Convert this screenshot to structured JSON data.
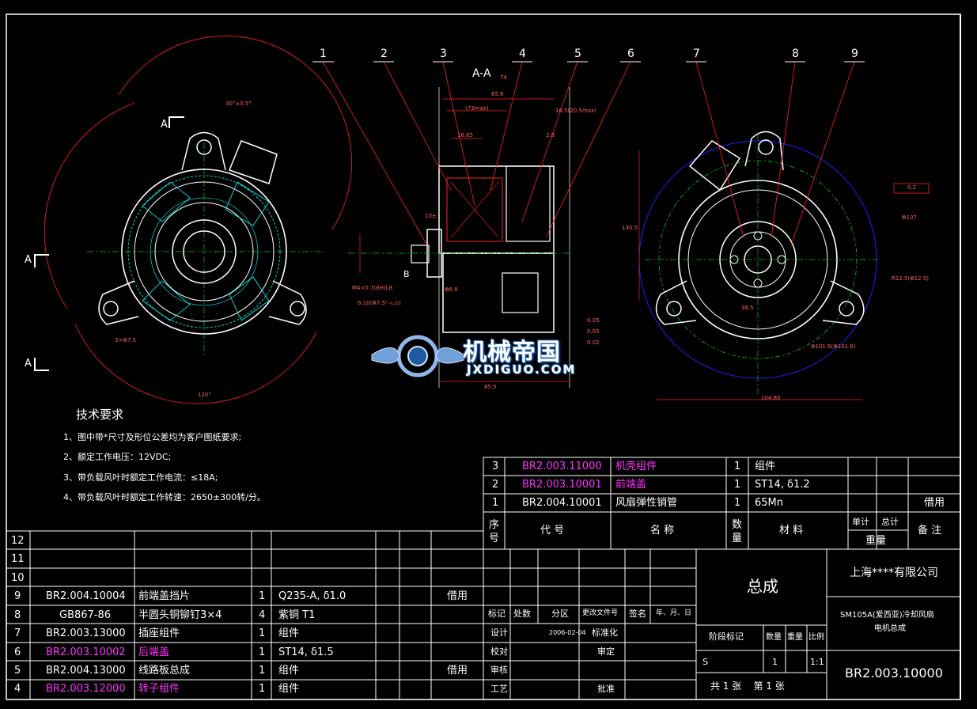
{
  "drawing": {
    "section_label": "A-A",
    "view_marks": [
      "A",
      "A",
      "A"
    ],
    "detail_mark": "B",
    "balloons": [
      "1",
      "2",
      "3",
      "4",
      "5",
      "6",
      "7",
      "8",
      "9"
    ],
    "dimensions": {
      "top_width": "74",
      "top_inner": "65.6",
      "top_max": "(73max)",
      "top_right": "16.5(20.5max)",
      "w1": "18.65",
      "w2": "2.8",
      "d1": "10±",
      "d2": "Φ6.8",
      "d3": "M4×0.7(6H)L8",
      "d4": "6.10(Φ7.5⁰₋₀.₀₅)",
      "d5": "0.05",
      "d6": "0.05",
      "d7": "0.02",
      "bottom_w": "85.5",
      "left_angle": "30°±0.5°",
      "left_120": "120°",
      "left_thread": "3×Φ7.5",
      "right_height": "130.5",
      "right_ref": "Φ137",
      "right_r": "R12.5(Φ12.5)",
      "right_bottom": "Φ101.6(Φ101.6)",
      "right_width": "104.80",
      "right_mid": "38.5",
      "right_gd": "0.2"
    }
  },
  "tech_requirements": {
    "title": "技术要求",
    "items": [
      "1、图中带*尺寸及形位公差均为客户图纸要求;",
      "2、额定工作电压：12VDC;",
      "3、带负载风叶时额定工作电流：≤18A;",
      "4、带负载风叶时额定工作转速：2650±300转/分。"
    ]
  },
  "watermark": {
    "title": "机械帝国",
    "url": "JXDIGUO.COM"
  },
  "left_table": {
    "rows": [
      {
        "no": "12",
        "code": "",
        "name": "",
        "qty": "",
        "mat": "",
        "note": "",
        "magenta": false
      },
      {
        "no": "11",
        "code": "",
        "name": "",
        "qty": "",
        "mat": "",
        "note": "",
        "magenta": false
      },
      {
        "no": "10",
        "code": "",
        "name": "",
        "qty": "",
        "mat": "",
        "note": "",
        "magenta": false
      },
      {
        "no": "9",
        "code": "BR2.004.10004",
        "name": "前端盖挡片",
        "qty": "1",
        "mat": "Q235-A, δ1.0",
        "note": "借用",
        "magenta": false
      },
      {
        "no": "8",
        "code": "GB867-86",
        "name": "半圆头铜铆钉3×4",
        "qty": "4",
        "mat": "紫铜 T1",
        "note": "",
        "magenta": false
      },
      {
        "no": "7",
        "code": "BR2.003.13000",
        "name": "插座组件",
        "qty": "1",
        "mat": "组件",
        "note": "",
        "magenta": false
      },
      {
        "no": "6",
        "code": "BR2.003.10002",
        "name": "后端盖",
        "qty": "1",
        "mat": "ST14, δ1.5",
        "note": "",
        "magenta": true
      },
      {
        "no": "5",
        "code": "BR2.004.13000",
        "name": "线路板总成",
        "qty": "1",
        "mat": "组件",
        "note": "借用",
        "magenta": false
      },
      {
        "no": "4",
        "code": "BR2.003.12000",
        "name": "转子组件",
        "qty": "1",
        "mat": "组件",
        "note": "",
        "magenta": true
      }
    ]
  },
  "right_table": {
    "rows": [
      {
        "no": "3",
        "code": "BR2.003.11000",
        "name": "机壳组件",
        "qty": "1",
        "mat": "组件",
        "note": "",
        "magenta": true
      },
      {
        "no": "2",
        "code": "BR2.003.10001",
        "name": "前端盖",
        "qty": "1",
        "mat": "ST14, δ1.2",
        "note": "",
        "magenta": true
      },
      {
        "no": "1",
        "code": "BR2.004.10001",
        "name": "风扇弹性销管",
        "qty": "1",
        "mat": "65Mn",
        "note": "借用",
        "magenta": false
      }
    ],
    "header": {
      "no": "序号",
      "code": "代  号",
      "name": "名  称",
      "qty": "数量",
      "mat": "材  料",
      "unit": "单计",
      "total": "总计",
      "weight": "重量",
      "note": "备  注"
    }
  },
  "title_block": {
    "assembly": "总成",
    "company": "上海****有限公司",
    "product": "SM105A(爱西亚)冷却风扇",
    "product2": "电机总成",
    "drawing_no": "BR2.003.10000",
    "rev_mark": "标记",
    "rev_count": "处数",
    "rev_zone": "分区",
    "rev_doc": "更改文件号",
    "rev_sign": "签名",
    "rev_date": "年、月、日",
    "design": "设计",
    "date": "2006-02-04",
    "standard": "标准化",
    "check": "校对",
    "review": "审定",
    "audit": "审核",
    "process": "工艺",
    "approve": "批准",
    "stage_mark": "阶段标记",
    "qty_label": "数量",
    "weight_label": "重量",
    "scale_label": "比例",
    "stage": "S",
    "qty": "1",
    "scale": "1:1",
    "sheets": "共 1 张    第 1 张"
  },
  "colors": {
    "line": "#ffffff",
    "red": "#ff2020",
    "green": "#00cc00",
    "cyan": "#00ffff",
    "blue": "#2020ff",
    "magenta": "#ff33ff",
    "yellow": "#ffff00"
  }
}
